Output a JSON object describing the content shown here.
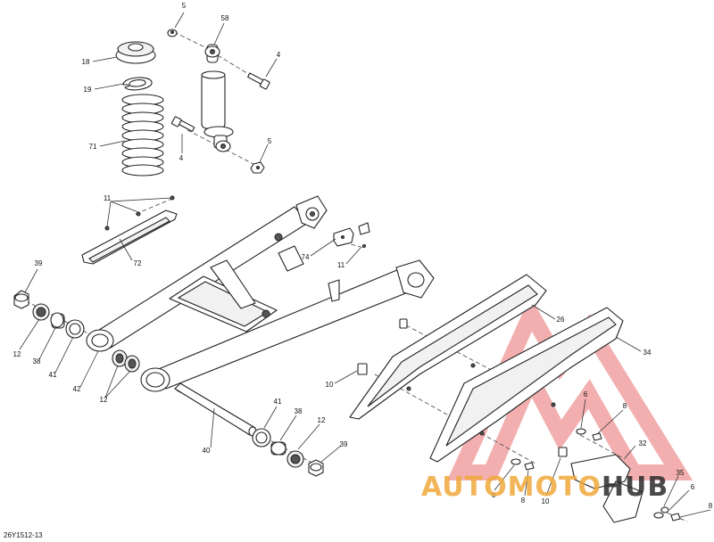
{
  "figure_id": "26Y1512-13",
  "watermark": {
    "brand_part_1": "AUTOMOTO",
    "brand_part_2": "HUB",
    "color_primary": "#f0a93c",
    "color_secondary": "#2b2b2b",
    "logo_color": "#e23c3c"
  },
  "callouts": [
    {
      "id": "c5a",
      "label": "5"
    },
    {
      "id": "c58",
      "label": "58"
    },
    {
      "id": "c18",
      "label": "18"
    },
    {
      "id": "c4a",
      "label": "4"
    },
    {
      "id": "c19",
      "label": "19"
    },
    {
      "id": "c71",
      "label": "71"
    },
    {
      "id": "c4b",
      "label": "4"
    },
    {
      "id": "c5b",
      "label": "5"
    },
    {
      "id": "c11a",
      "label": "11"
    },
    {
      "id": "c72",
      "label": "72"
    },
    {
      "id": "c74",
      "label": "74"
    },
    {
      "id": "c11b",
      "label": "11"
    },
    {
      "id": "c39a",
      "label": "39"
    },
    {
      "id": "c12a",
      "label": "12"
    },
    {
      "id": "c38a",
      "label": "38"
    },
    {
      "id": "c41a",
      "label": "41"
    },
    {
      "id": "c42",
      "label": "42"
    },
    {
      "id": "c12b",
      "label": "12"
    },
    {
      "id": "c26",
      "label": "26"
    },
    {
      "id": "c34",
      "label": "34"
    },
    {
      "id": "c10a",
      "label": "10"
    },
    {
      "id": "c6a",
      "label": "6"
    },
    {
      "id": "c8a",
      "label": "8"
    },
    {
      "id": "c41b",
      "label": "41"
    },
    {
      "id": "c38b",
      "label": "38"
    },
    {
      "id": "c12c",
      "label": "12"
    },
    {
      "id": "c40",
      "label": "40"
    },
    {
      "id": "c39b",
      "label": "39"
    },
    {
      "id": "c32",
      "label": "32"
    },
    {
      "id": "c6b",
      "label": "6"
    },
    {
      "id": "c8b",
      "label": "8"
    },
    {
      "id": "c10b",
      "label": "10"
    },
    {
      "id": "c35",
      "label": "35"
    },
    {
      "id": "c6c",
      "label": "6"
    },
    {
      "id": "c8c",
      "label": "8"
    }
  ]
}
